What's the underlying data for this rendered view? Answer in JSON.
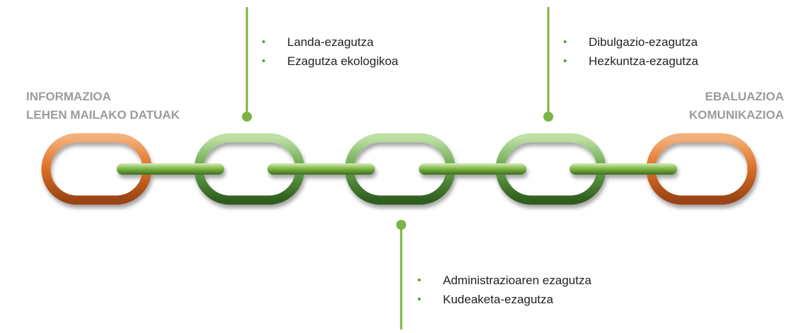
{
  "left_label": {
    "line1": "INFORMAZIOA",
    "line2": "LEHEN MAILAKO  DATUAK"
  },
  "right_label": {
    "line1": "EBALUAZIOA",
    "line2": "KOMUNIKAZIOA"
  },
  "callouts": [
    {
      "items": [
        "Landa-ezagutza",
        "Ezagutza ekologikoa"
      ]
    },
    {
      "items": [
        "Dibulgazio-ezagutza",
        "Hezkuntza-ezagutza"
      ]
    },
    {
      "items": [
        "Administrazioaren ezagutza",
        "Kudeaketa-ezagutza"
      ]
    }
  ],
  "colors": {
    "orange": "#e07a2e",
    "green": "#6aa84f",
    "connector": "#7cb342",
    "label_gray": "#9b9b9b",
    "bullet_green": "#5a9a2e"
  }
}
